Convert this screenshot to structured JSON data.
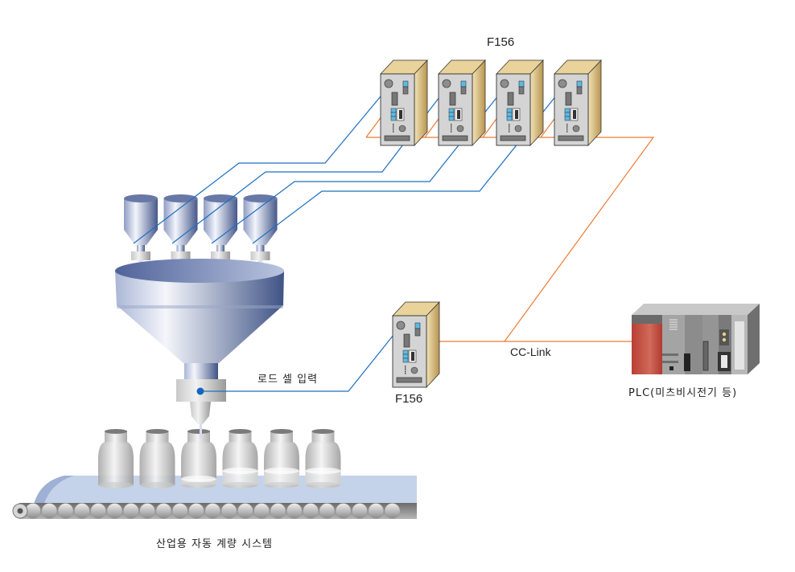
{
  "diagram": {
    "title": "산업용 자동 계량 시스템",
    "controllers_top": {
      "label": "F156",
      "count": 4
    },
    "controller_main": {
      "label": "F156"
    },
    "load_cell_label": "로드 셀 입력",
    "network_label": "CC-Link",
    "plc_label": "PLC(미츠비시전기 등)",
    "hoppers": {
      "count": 4
    },
    "bottles": {
      "count": 6,
      "fill_levels": [
        0,
        0,
        0.2,
        0.45,
        0.45,
        0.45
      ]
    },
    "colors": {
      "signal_line": "#1f6fc0",
      "network_line": "#ee7a33",
      "hopper_light": "#e6ecf6",
      "hopper_dark": "#4a5c8a",
      "controller_front": "#d4d4d4",
      "controller_side": "#c9a868",
      "controller_accent": "#5bbbe8",
      "plc_red": "#c0463a",
      "plc_gray": "#8e8e8e",
      "conveyor_belt": "#c5d3ea",
      "roller": "#b0b0b0"
    }
  }
}
